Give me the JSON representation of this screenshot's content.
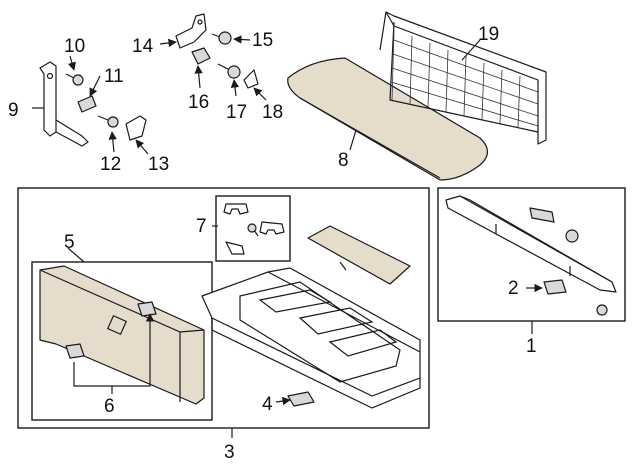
{
  "callouts": {
    "c1": "1",
    "c2": "2",
    "c3": "3",
    "c4": "4",
    "c5": "5",
    "c6": "6",
    "c7": "7",
    "c8": "8",
    "c9": "9",
    "c10": "10",
    "c11": "11",
    "c12": "12",
    "c13": "13",
    "c14": "14",
    "c15": "15",
    "c16": "16",
    "c17": "17",
    "c18": "18",
    "c19": "19"
  },
  "colors": {
    "line": "#1a1a1a",
    "background": "#ffffff",
    "panel_fill": "#e6dccb",
    "accent_gray": "#d9d9d9"
  }
}
